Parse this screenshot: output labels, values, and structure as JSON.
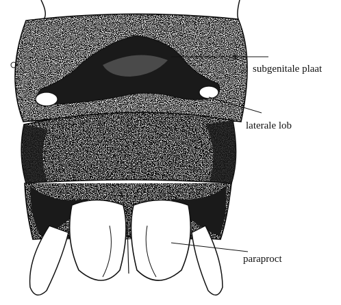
{
  "figure": {
    "labels": {
      "subgenital_plate": "subgenitale plaat",
      "lateral_lobe": "laterale lob",
      "paraproct": "paraproct"
    }
  },
  "colors": {
    "ink": "#111111",
    "paper": "#ffffff"
  }
}
